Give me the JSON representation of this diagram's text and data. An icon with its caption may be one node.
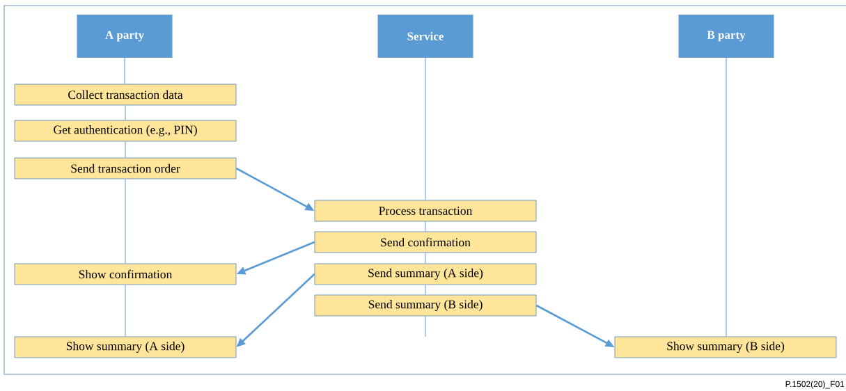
{
  "diagram": {
    "nodes": [
      {
        "text": [
          "A party"
        ]
      },
      {
        "text": [
          "Service"
        ]
      },
      {
        "text": [
          "B party"
        ]
      },
      {
        "text": [
          "Collect transaction data"
        ]
      },
      {
        "text": [
          "Get authentication (e.g., PIN)"
        ]
      },
      {
        "text": [
          "Send transaction order"
        ]
      },
      {
        "text": [
          "Process transaction"
        ]
      },
      {
        "text": [
          "Send confirmation"
        ]
      },
      {
        "text": [
          "Show confirmation"
        ]
      },
      {
        "text": [
          "Send summary (A side)"
        ]
      },
      {
        "text": [
          "Send summary (B side)"
        ]
      },
      {
        "text": [
          "Show summary (A side)"
        ]
      },
      {
        "text": [
          "Show summary (B side)"
        ]
      }
    ],
    "edges": [
      {
        "from": 0,
        "to": 3,
        "arrow": "none"
      },
      {
        "from": 3,
        "to": 4,
        "arrow": "none"
      },
      {
        "from": 4,
        "to": 5,
        "arrow": "none"
      },
      {
        "from": 5,
        "to": 8,
        "arrow": "none"
      },
      {
        "from": 8,
        "to": 11,
        "arrow": "none"
      },
      {
        "from": 1,
        "to": 6,
        "arrow": "none"
      },
      {
        "from": 6,
        "to": 7,
        "arrow": "none"
      },
      {
        "from": 7,
        "to": 9,
        "arrow": "none"
      },
      {
        "from": 9,
        "to": 10,
        "arrow": "none"
      },
      {
        "from": 10,
        "to": null,
        "arrow": "none"
      },
      {
        "from": 2,
        "to": 12,
        "arrow": "none"
      },
      {
        "from": 5,
        "to": 6,
        "arrow": "to"
      },
      {
        "from": 7,
        "to": 8,
        "arrow": "to"
      },
      {
        "from": 9,
        "to": 11,
        "arrow": "to"
      },
      {
        "from": 10,
        "to": 12,
        "arrow": "to"
      }
    ],
    "labels": [
      "P.1502(20)_F01"
    ]
  }
}
